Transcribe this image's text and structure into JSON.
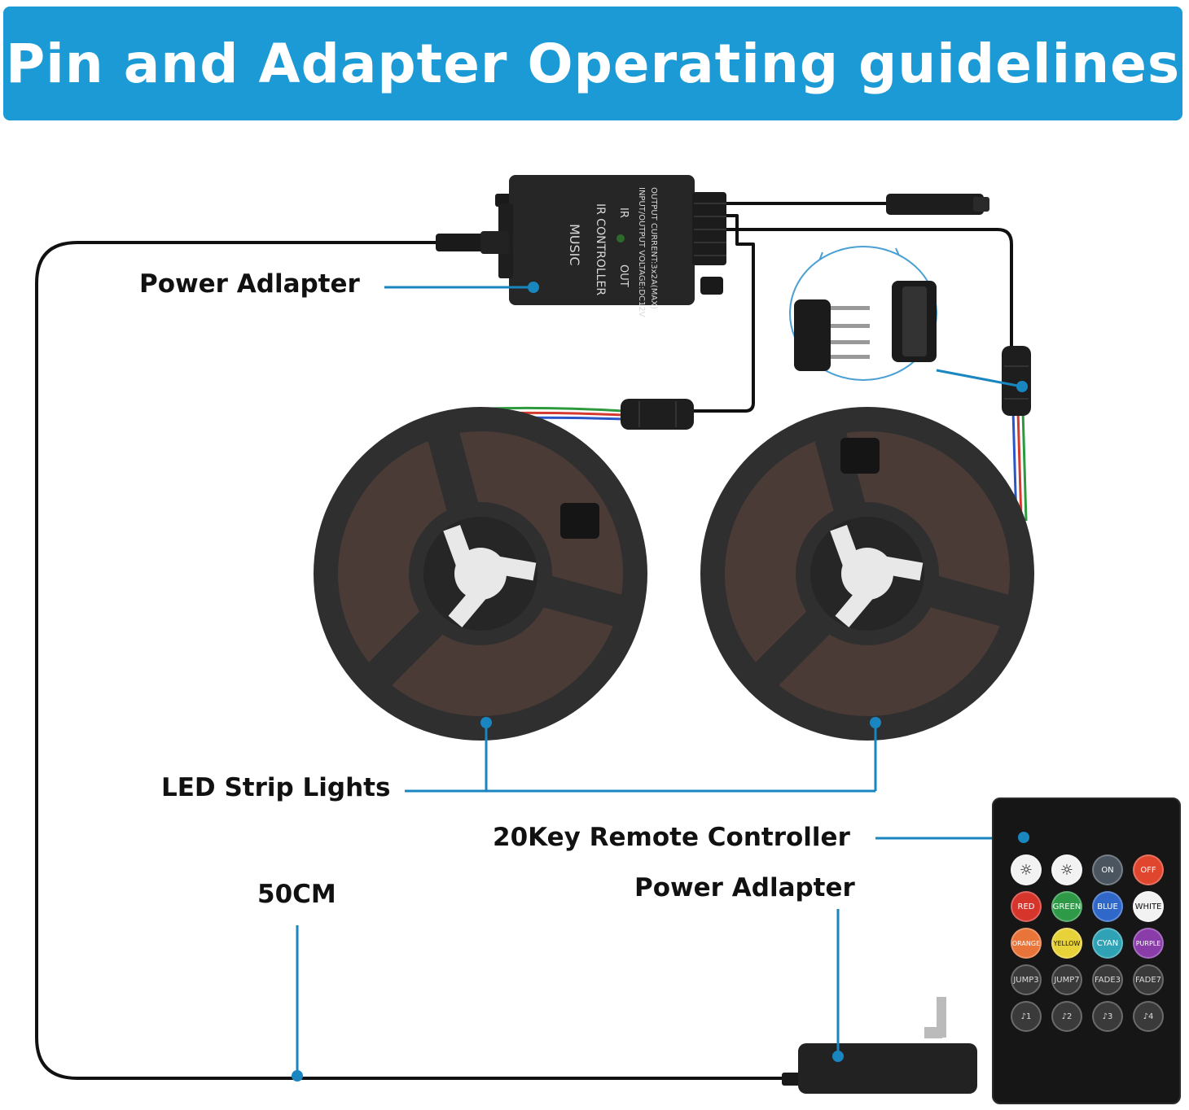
{
  "header": {
    "title": "Pin and Adapter Operating guidelines"
  },
  "labels": {
    "power_adapter_top": "Power Adlapter",
    "led_strip": "LED Strip Lights",
    "remote": "20Key Remote Controller",
    "power_adapter_bottom": "Power Adlapter",
    "cable_length": "50CM"
  },
  "controller": {
    "brand": "MUSIC",
    "name": "IR CONTROLLER",
    "port_out": "OUT",
    "port_ir": "IR",
    "spec_1": "INPUT/OUTPUT VOLTAGE:DC12V",
    "spec_2": "OUTPUT CURRENT:3x2A(MAX)"
  },
  "remote_keys": [
    [
      "☼",
      "☼",
      "ON",
      "OFF"
    ],
    [
      "RED",
      "GREEN",
      "BLUE",
      "WHITE"
    ],
    [
      "ORANGE",
      "YELLOW",
      "CYAN",
      "PURPLE"
    ],
    [
      "JUMP3",
      "JUMP7",
      "FADE3",
      "FADE7"
    ],
    [
      "♪1",
      "♪2",
      "♪3",
      "♪4"
    ]
  ],
  "colors": {
    "accent": "#1c9ad6",
    "callout": "#1a86c0",
    "reel": "#2f2f2f"
  }
}
